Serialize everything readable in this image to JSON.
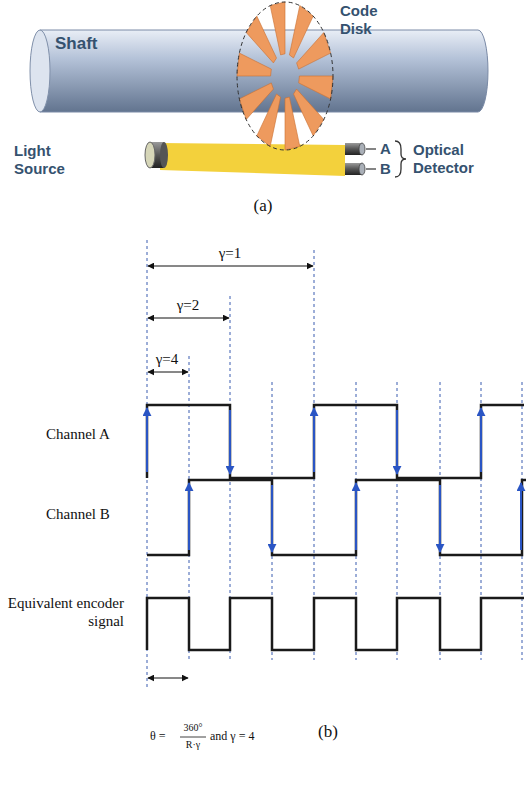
{
  "diagram": {
    "labels": [
      "Shaft",
      "Code Disk",
      "Light Source",
      "A",
      "B",
      "Optical Detector",
      "(a)",
      "γ=1",
      "γ=2",
      "γ=4",
      "Channel A",
      "Channel B",
      "Equivalent encoder signal",
      "θ =",
      "360°",
      "R·γ",
      "and γ = 4",
      "(b)"
    ]
  }
}
